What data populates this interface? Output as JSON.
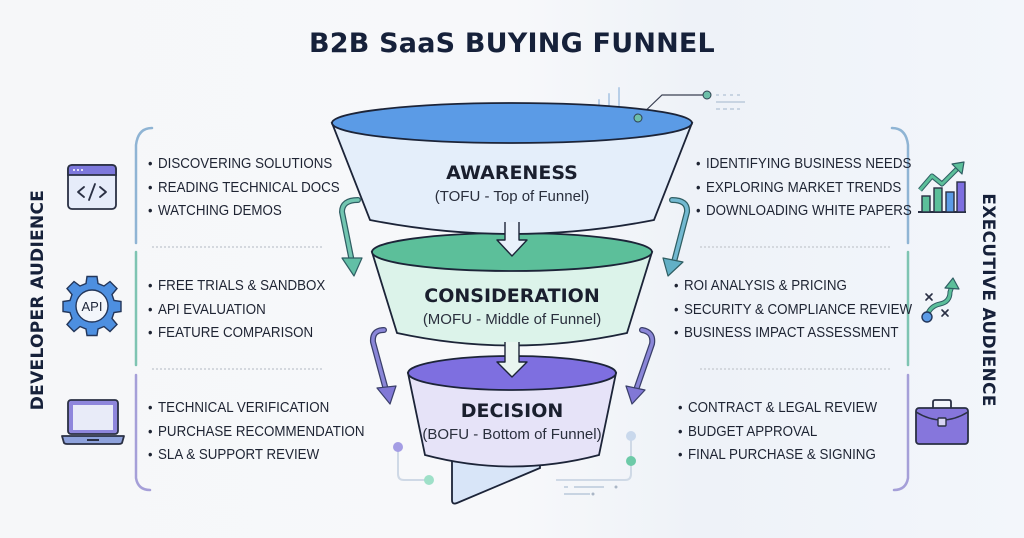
{
  "title": "B2B SaaS BUYING FUNNEL",
  "audiences": {
    "left": {
      "label": "DEVELOPER AUDIENCE"
    },
    "right": {
      "label": "EXECUTIVE AUDIENCE"
    }
  },
  "stages": [
    {
      "name": "AWARENESS",
      "subtitle": "(TOFU - Top of Funnel)",
      "color": "#5b9be6",
      "body_color": "#e4eefa",
      "developer_icon": "code-window-icon",
      "executive_icon": "growth-chart-icon",
      "developer_items": [
        "DISCOVERING SOLUTIONS",
        "READING TECHNICAL DOCS",
        "WATCHING DEMOS"
      ],
      "executive_items": [
        "IDENTIFYING BUSINESS NEEDS",
        "EXPLORING MARKET TRENDS",
        "DOWNLOADING WHITE PAPERS"
      ]
    },
    {
      "name": "CONSIDERATION",
      "subtitle": "(MOFU - Middle of Funnel)",
      "color": "#5cbf9a",
      "body_color": "#dcf3ea",
      "developer_icon": "api-gear-icon",
      "developer_icon_text": "API",
      "executive_icon": "strategy-path-icon",
      "developer_items": [
        "FREE TRIALS & SANDBOX",
        "API EVALUATION",
        "FEATURE COMPARISON"
      ],
      "executive_items": [
        "ROI ANALYSIS & PRICING",
        "SECURITY & COMPLIANCE REVIEW",
        "BUSINESS IMPACT ASSESSMENT"
      ]
    },
    {
      "name": "DECISION",
      "subtitle": "(BOFU - Bottom of Funnel)",
      "color": "#7e6fe0",
      "body_color": "#e6e3f8",
      "developer_icon": "laptop-icon",
      "executive_icon": "briefcase-icon",
      "developer_items": [
        "TECHNICAL VERIFICATION",
        "PURCHASE RECOMMENDATION",
        "SLA & SUPPORT REVIEW"
      ],
      "executive_items": [
        "CONTRACT & LEGAL REVIEW",
        "BUDGET APPROVAL",
        "FINAL PURCHASE & SIGNING"
      ]
    }
  ],
  "colors": {
    "title": "#16213a",
    "blue": "#5b9be6",
    "teal": "#5cbf9a",
    "purple": "#7e6fe0",
    "outline": "#1c2438"
  }
}
